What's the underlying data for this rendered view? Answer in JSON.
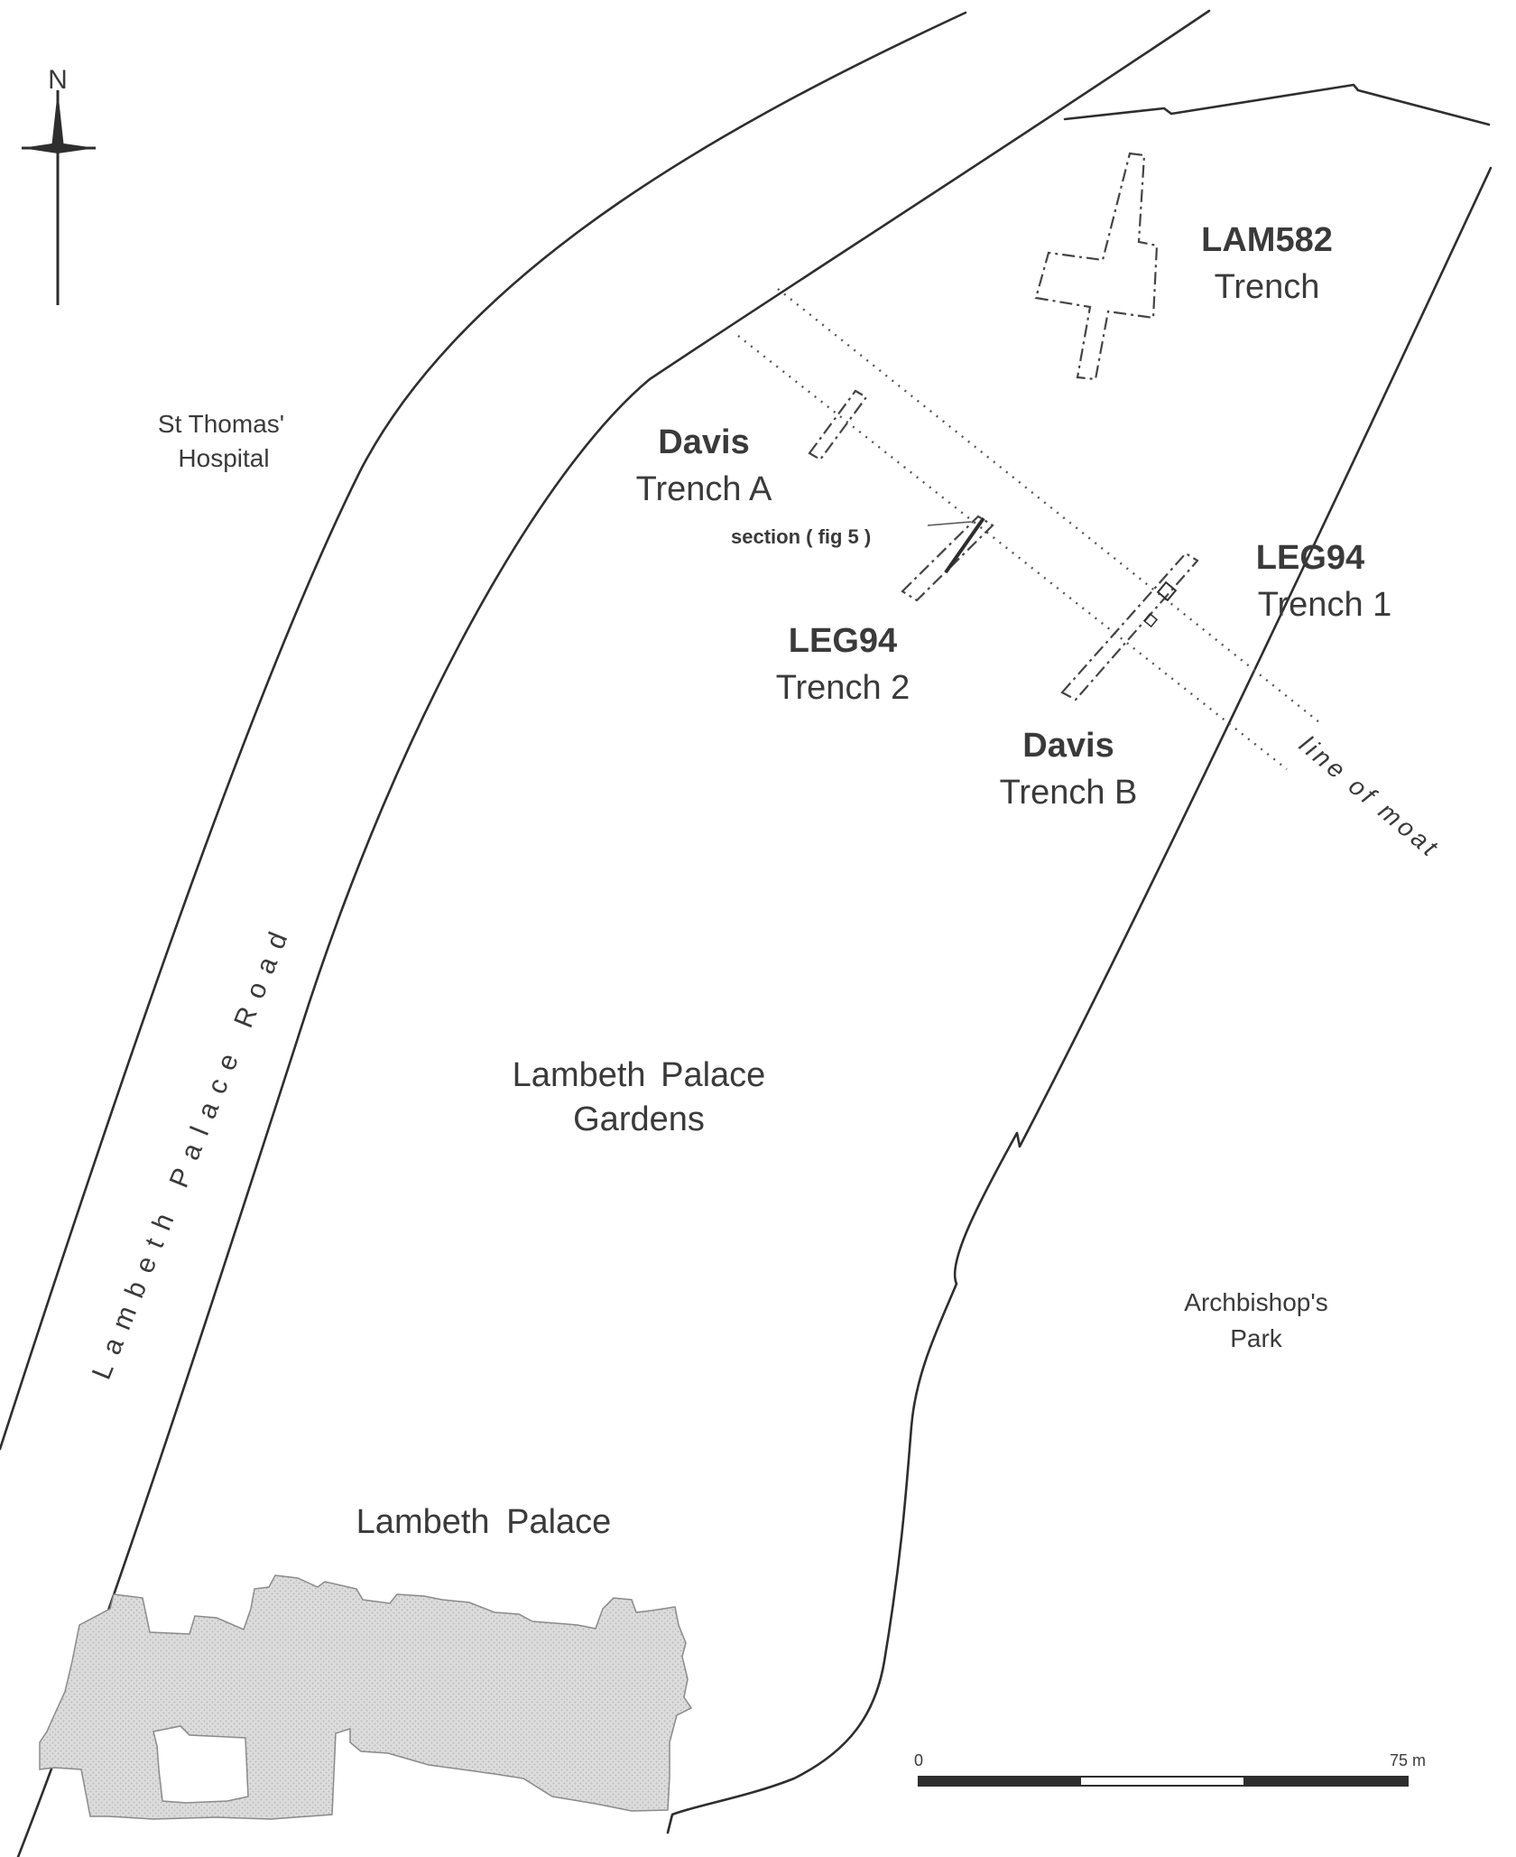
{
  "north_arrow": {
    "label": "N"
  },
  "places": {
    "st_thomas_line1": "St Thomas'",
    "st_thomas_line2": "Hospital",
    "road": "Lambeth Palace Road",
    "gardens_line1": "Lambeth Palace",
    "gardens_line2": "Gardens",
    "palace": "Lambeth Palace",
    "park_line1": "Archbishop's",
    "park_line2": "Park"
  },
  "trenches": {
    "lam582": {
      "code": "LAM582",
      "name": "Trench"
    },
    "davis_a": {
      "code": "Davis",
      "name": "Trench A"
    },
    "davis_b": {
      "code": "Davis",
      "name": "Trench B"
    },
    "leg94_t1": {
      "code": "LEG94",
      "name": "Trench 1"
    },
    "leg94_t2": {
      "code": "LEG94",
      "name": "Trench 2"
    }
  },
  "annotations": {
    "section": "section ( fig 5 )",
    "moat": "line of moat"
  },
  "scale_bar": {
    "start_label": "0",
    "end_label": "75 m",
    "length_m": 75
  },
  "colors": {
    "ink": "#2e2e2e",
    "palace_fill": "#d9d9d9",
    "background": "#ffffff"
  }
}
